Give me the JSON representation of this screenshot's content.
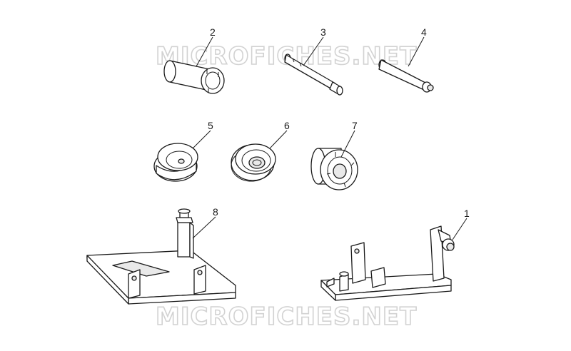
{
  "watermark": "MICROFICHES.NET",
  "callouts": [
    "1",
    "2",
    "3",
    "4",
    "5",
    "6",
    "7",
    "8"
  ]
}
